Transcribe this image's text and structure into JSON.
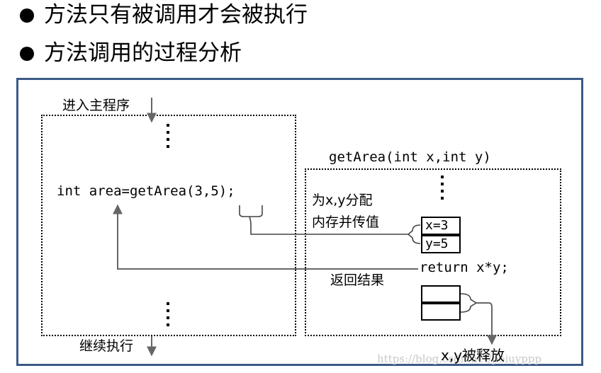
{
  "bullets": [
    "方法只有被调用才会被执行",
    "方法调用的过程分析"
  ],
  "diagram": {
    "enter_main": "进入主程序",
    "call_statement": "int area=getArea(3,5);",
    "continue_exec": "继续执行",
    "method_signature": "getArea(int x,int y)",
    "alloc_label_line1": "为x,y分配",
    "alloc_label_line2": "内存并传值",
    "var_x": "x=3",
    "var_y": "y=5",
    "return_stmt": "return x*y;",
    "return_result": "返回结果",
    "release_label": "x,y被释放"
  },
  "watermark": "https://blog.csdn.net/poiuyppp"
}
